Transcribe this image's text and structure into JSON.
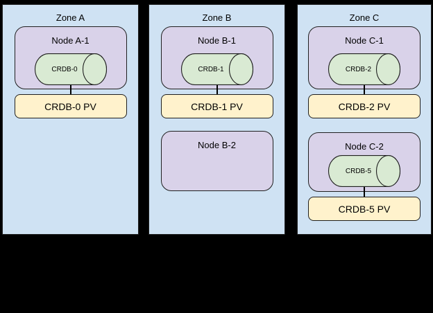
{
  "diagram": {
    "background": "#000000",
    "colors": {
      "background": "#000000",
      "zone_fill": "#cfe2f3",
      "node_fill": "#d9d2e9",
      "cylinder_fill": "#d9ead3",
      "pv_fill": "#fff2cc",
      "border": "#1f1f1f",
      "connector": "#000000",
      "text": "#000000"
    },
    "zones": [
      {
        "title": "Zone A",
        "nodes": [
          {
            "label": "Node A-1",
            "cylinder": "CRDB-0",
            "pv": "CRDB-0 PV"
          }
        ]
      },
      {
        "title": "Zone B",
        "nodes": [
          {
            "label": "Node B-1",
            "cylinder": "CRDB-1",
            "pv": "CRDB-1 PV"
          },
          {
            "label": "Node B-2"
          }
        ]
      },
      {
        "title": "Zone C",
        "nodes": [
          {
            "label": "Node C-1",
            "cylinder": "CRDB-2",
            "pv": "CRDB-2 PV"
          },
          {
            "label": "Node C-2",
            "cylinder": "CRDB-5",
            "pv": "CRDB-5 PV"
          }
        ]
      }
    ]
  }
}
